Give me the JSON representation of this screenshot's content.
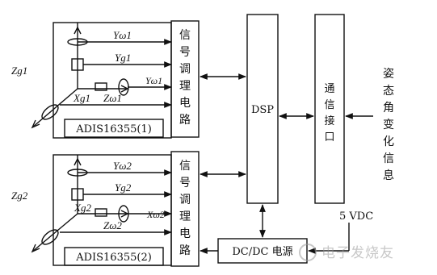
{
  "upper_module": {
    "signals": {
      "y_omega": "Yω1",
      "y_g": "Yg1",
      "y_omega_short": "Yω1",
      "z_omega": "Zω1"
    },
    "axes": {
      "z": "Zg1",
      "x": "Xg1"
    },
    "chip_label": "ADIS16355(1)",
    "conditioner": [
      "信",
      "号",
      "调",
      "理",
      "电",
      "路"
    ]
  },
  "lower_module": {
    "signals": {
      "y_omega": "Yω2",
      "y_g": "Yg2",
      "x_omega": "Xω2",
      "z_omega": "Zω2"
    },
    "axes": {
      "z": "Zg2",
      "x": "Xg2"
    },
    "chip_label": "ADIS16355(2)",
    "conditioner": [
      "信",
      "号",
      "调",
      "理",
      "电",
      "路"
    ]
  },
  "dsp_label": "DSP",
  "comm_interface": [
    "通",
    "信",
    "接",
    "口"
  ],
  "attitude_info": [
    "姿",
    "态",
    "角",
    "变",
    "化",
    "信",
    "息"
  ],
  "power_supply": "DC/DC 电源",
  "power_input": "5 VDC",
  "watermark": "电子发烧友"
}
